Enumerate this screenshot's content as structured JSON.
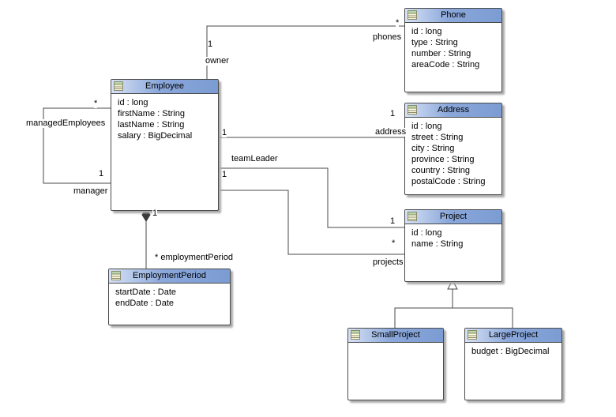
{
  "diagram": {
    "classes": {
      "employee": {
        "name": "Employee",
        "attributes": [
          "id : long",
          "firstName : String",
          "lastName : String",
          "salary : BigDecimal"
        ]
      },
      "phone": {
        "name": "Phone",
        "attributes": [
          "id : long",
          "type : String",
          "number : String",
          "areaCode : String"
        ]
      },
      "address": {
        "name": "Address",
        "attributes": [
          "id : long",
          "street : String",
          "city : String",
          "province : String",
          "country : String",
          "postalCode : String"
        ]
      },
      "project": {
        "name": "Project",
        "attributes": [
          "id : long",
          "name : String"
        ]
      },
      "employment_period": {
        "name": "EmploymentPeriod",
        "attributes": [
          "startDate : Date",
          "endDate : Date"
        ]
      },
      "small_project": {
        "name": "SmallProject",
        "attributes": []
      },
      "large_project": {
        "name": "LargeProject",
        "attributes": [
          "budget : BigDecimal"
        ]
      }
    },
    "edge_labels": {
      "managed_employees_mult": "*",
      "managed_employees_role": "managedEmployees",
      "manager_mult": "1",
      "manager_role": "manager",
      "owner_mult": "1",
      "owner_role": "owner",
      "phones_mult": "*",
      "phones_role": "phones",
      "address_src_mult": "1",
      "address_mult": "1",
      "address_role": "address",
      "team_leader_role": "teamLeader",
      "team_leader_mult": "1",
      "project_src_mult": "1",
      "projects_mult": "*",
      "projects_role": "projects",
      "employment_src_mult": "1",
      "employment_period_role": "* employmentPeriod"
    },
    "colors": {
      "header_gradient_start": "#d7e2f6",
      "header_gradient_end": "#7b9cd3",
      "line": "#4a4a4a"
    }
  }
}
